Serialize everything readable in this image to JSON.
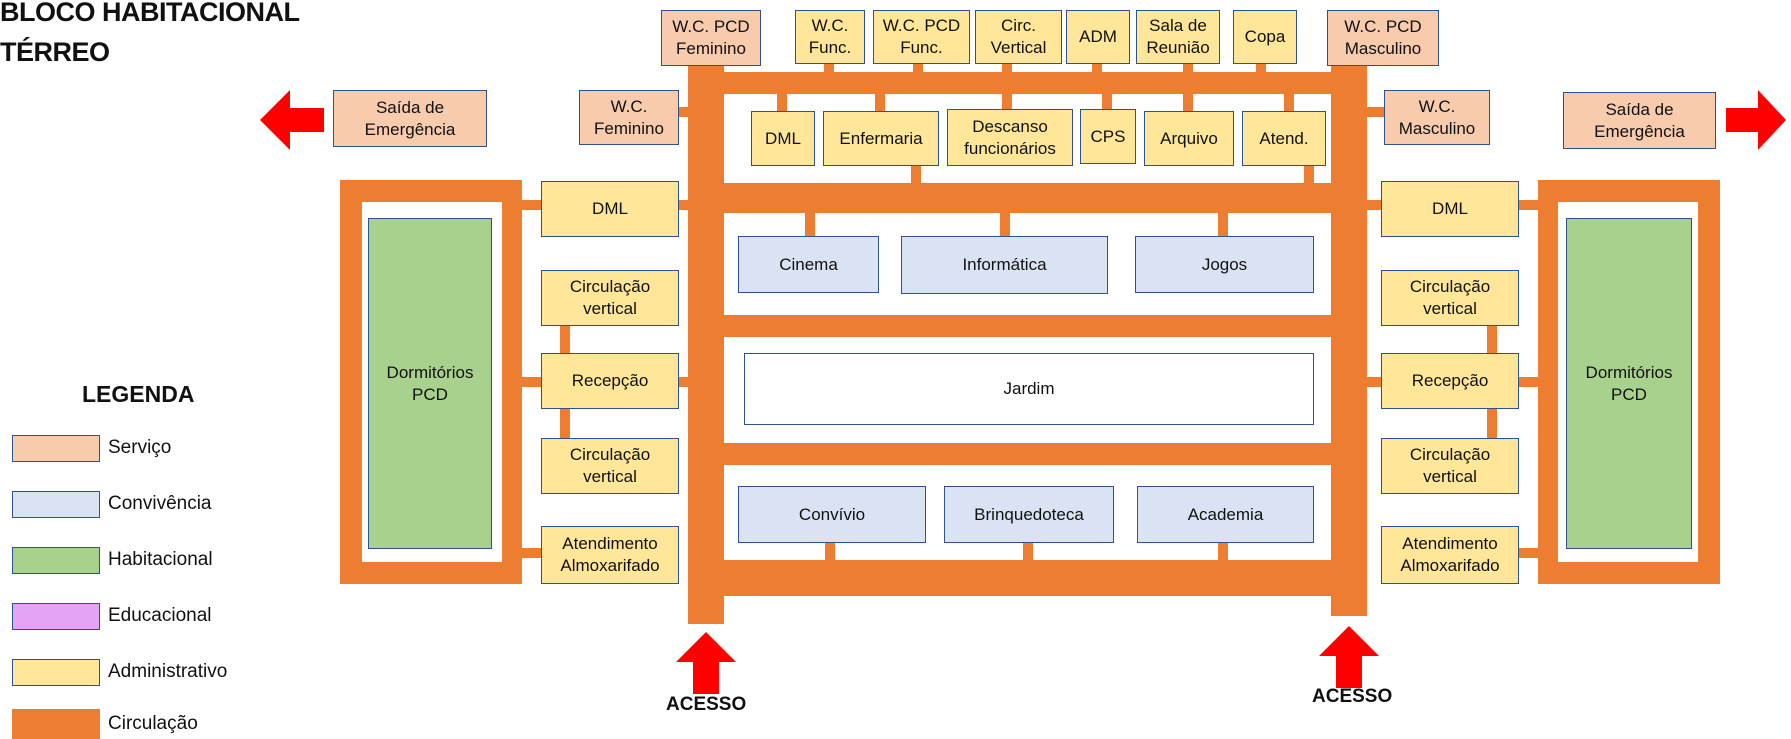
{
  "title": {
    "line1": "BLOCO HABITACIONAL",
    "line2": "TÉRREO"
  },
  "colors": {
    "servico": "#F8CBAD",
    "convivencia": "#DAE3F3",
    "habitacional": "#A9D18E",
    "educacional": "#E5A3F5",
    "administrativo": "#FFE699",
    "circulacao": "#ED7D31",
    "arrow": "#FF0000",
    "border": "#2F528F"
  },
  "top_row": {
    "wc_pcd_fem": [
      "W.C. PCD",
      "Feminino"
    ],
    "wc_func": [
      "W.C.",
      "Func."
    ],
    "wc_pcd_func": [
      "W.C. PCD",
      "Func."
    ],
    "circ_vertical": [
      "Circ.",
      "Vertical"
    ],
    "adm": "ADM",
    "sala_reuniao": [
      "Sala de",
      "Reunião"
    ],
    "copa": "Copa",
    "wc_pcd_masc": [
      "W.C. PCD",
      "Masculino"
    ]
  },
  "side_service": {
    "wc_feminino": [
      "W.C.",
      "Feminino"
    ],
    "wc_masculino": [
      "W.C.",
      "Masculino"
    ],
    "saida_left": [
      "Saída de",
      "Emergência"
    ],
    "saida_right": [
      "Saída de",
      "Emergência"
    ]
  },
  "admin_row": {
    "dml": "DML",
    "enfermaria": "Enfermaria",
    "descanso": [
      "Descanso",
      "funcionários"
    ],
    "cps": "CPS",
    "arquivo": "Arquivo",
    "atend": "Atend."
  },
  "leisure_row1": {
    "cinema": "Cinema",
    "informatica": "Informática",
    "jogos": "Jogos"
  },
  "garden": "Jardim",
  "leisure_row2": {
    "convivio": "Convívio",
    "brinquedoteca": "Brinquedoteca",
    "academia": "Academia"
  },
  "left_wing": {
    "dml": "DML",
    "circ1": [
      "Circulação",
      "vertical"
    ],
    "recepcao": "Recepção",
    "circ2": [
      "Circulação",
      "vertical"
    ],
    "atendimento": [
      "Atendimento",
      "Almoxarifado"
    ],
    "dormitorios": [
      "Dormitórios",
      "PCD"
    ]
  },
  "right_wing": {
    "dml": "DML",
    "circ1": [
      "Circulação",
      "vertical"
    ],
    "recepcao": "Recepção",
    "circ2": [
      "Circulação",
      "vertical"
    ],
    "atendimento": [
      "Atendimento",
      "Almoxarifado"
    ],
    "dormitorios": [
      "Dormitórios",
      "PCD"
    ]
  },
  "legend": {
    "title": "LEGENDA",
    "items": [
      {
        "label": "Serviço",
        "color": "#F8CBAD"
      },
      {
        "label": "Convivência",
        "color": "#DAE3F3"
      },
      {
        "label": "Habitacional",
        "color": "#A9D18E"
      },
      {
        "label": "Educacional",
        "color": "#E5A3F5"
      },
      {
        "label": "Administrativo",
        "color": "#FFE699"
      },
      {
        "label": "Circulação",
        "color": "#ED7D31"
      }
    ]
  },
  "access_label_left": "ACESSO",
  "access_label_right": "ACESSO"
}
